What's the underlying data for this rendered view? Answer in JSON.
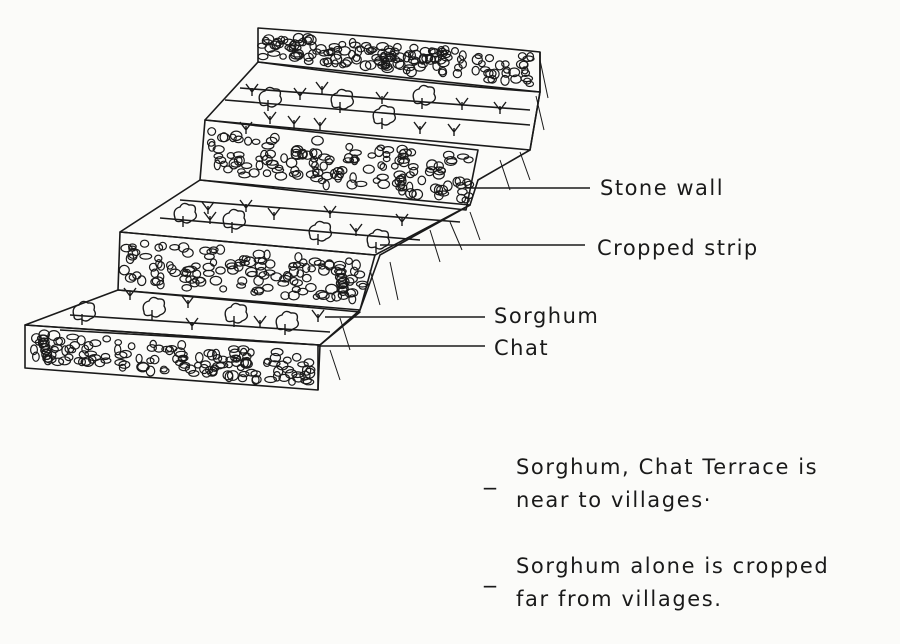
{
  "labels": {
    "stone_wall": "Stone wall",
    "cropped_strip": "Cropped strip",
    "sorghum": "Sorghum",
    "chat": "Chat"
  },
  "notes": [
    {
      "line1": "Sorghum, Chat  Terrace is",
      "line2": "near to villages·"
    },
    {
      "line1": "Sorghum  alone is cropped",
      "line2": "far  from villages."
    }
  ],
  "colors": {
    "ink": "#1a1a1a",
    "paper": "#fbfbf9"
  }
}
